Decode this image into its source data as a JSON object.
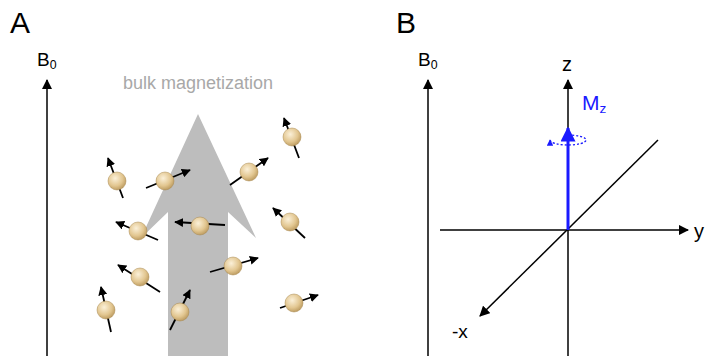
{
  "diagram": {
    "labels": [
      "A",
      "B",
      "B0",
      "bulk magnetization",
      "B0",
      "z",
      "Mz",
      "y",
      "-x"
    ]
  }
}
